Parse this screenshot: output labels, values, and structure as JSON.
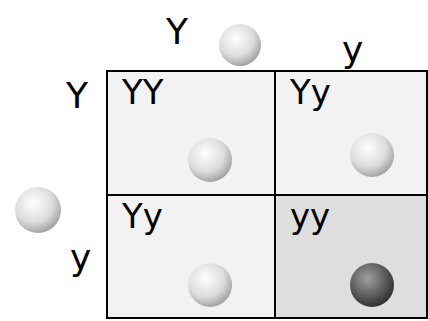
{
  "diagram": {
    "nodes": [
      {
        "text": [
          "YY"
        ]
      },
      {
        "text": [
          "Yy"
        ]
      },
      {
        "text": [
          "Yy"
        ]
      },
      {
        "text": [
          "yy"
        ]
      }
    ],
    "labels": [
      "Y",
      "y",
      "Y",
      "y"
    ]
  }
}
